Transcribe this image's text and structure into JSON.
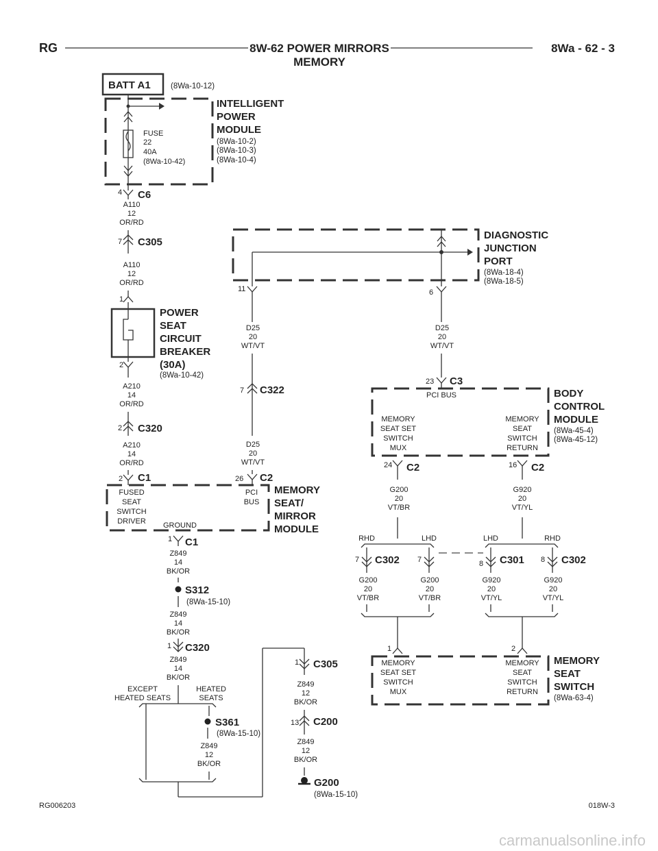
{
  "header": {
    "left": "RG",
    "title_line1": "8W-62 POWER MIRRORS",
    "title_line2": "MEMORY",
    "right": "8Wa - 62 - 3"
  },
  "footer": {
    "left": "RG006203",
    "right": "018W-3"
  },
  "watermark": "carmanualsonline.info",
  "batt": {
    "label": "BATT A1",
    "ref": "(8Wa-10-12)"
  },
  "ipm": {
    "name": [
      "INTELLIGENT",
      "POWER",
      "MODULE"
    ],
    "refs": [
      "(8Wa-10-2)",
      "(8Wa-10-3)",
      "(8Wa-10-4)"
    ],
    "fuse": [
      "FUSE",
      "22",
      "40A",
      "(8Wa-10-42)"
    ]
  },
  "c6": {
    "pin": "4",
    "label": "C6"
  },
  "wire_a110_1": [
    "A110",
    "12",
    "OR/RD"
  ],
  "c305_top": {
    "pin": "7",
    "label": "C305"
  },
  "wire_a110_2": [
    "A110",
    "12",
    "OR/RD"
  ],
  "breaker": {
    "pin_top": "1",
    "pin_bottom": "2",
    "name": [
      "POWER",
      "SEAT",
      "CIRCUIT",
      "BREAKER",
      "(30A)"
    ],
    "ref": "(8Wa-10-42)"
  },
  "wire_a210_1": [
    "A210",
    "14",
    "OR/RD"
  ],
  "c320_top": {
    "pin": "2",
    "label": "C320"
  },
  "wire_a210_2": [
    "A210",
    "14",
    "OR/RD"
  ],
  "mod_c1": {
    "pin": "2",
    "label": "C1"
  },
  "mod_c2": {
    "pin": "26",
    "label": "C2"
  },
  "msm": {
    "name": [
      "MEMORY",
      "SEAT/",
      "MIRROR",
      "MODULE"
    ],
    "fused": [
      "FUSED",
      "SEAT",
      "SWITCH",
      "DRIVER"
    ],
    "pci": [
      "PCI",
      "BUS"
    ],
    "ground": "GROUND"
  },
  "gnd_c1": {
    "pin": "1",
    "label": "C1"
  },
  "wire_z849_1": [
    "Z849",
    "14",
    "BK/OR"
  ],
  "s312": {
    "label": "S312",
    "ref": "(8Wa-15-10)"
  },
  "wire_z849_2": [
    "Z849",
    "14",
    "BK/OR"
  ],
  "c320_bot": {
    "pin": "1",
    "label": "C320"
  },
  "wire_z849_3": [
    "Z849",
    "14",
    "BK/OR"
  ],
  "except_heated": [
    "EXCEPT",
    "HEATED SEATS"
  ],
  "heated": [
    "HEATED",
    "SEATS"
  ],
  "s361": {
    "label": "S361",
    "ref": "(8Wa-15-10)"
  },
  "wire_z849_4": [
    "Z849",
    "12",
    "BK/OR"
  ],
  "c305_bot": {
    "pin": "1",
    "label": "C305"
  },
  "wire_z849_5": [
    "Z849",
    "12",
    "BK/OR"
  ],
  "c200": {
    "pin": "13",
    "label": "C200"
  },
  "wire_z849_6": [
    "Z849",
    "12",
    "BK/OR"
  ],
  "g200": {
    "label": "G200",
    "ref": "(8Wa-15-10)"
  },
  "djp": {
    "name": [
      "DIAGNOSTIC",
      "JUNCTION",
      "PORT"
    ],
    "refs": [
      "(8Wa-18-4)",
      "(8Wa-18-5)"
    ],
    "pin_left": "11",
    "pin_right": "6"
  },
  "wire_d25_left1": [
    "D25",
    "20",
    "WT/VT"
  ],
  "c322": {
    "pin": "7",
    "label": "C322"
  },
  "wire_d25_left2": [
    "D25",
    "20",
    "WT/VT"
  ],
  "wire_d25_right": [
    "D25",
    "20",
    "WT/VT"
  ],
  "bcm": {
    "c3_pin": "23",
    "c3_label": "C3",
    "pci_bus": "PCI BUS",
    "name": [
      "BODY",
      "CONTROL",
      "MODULE"
    ],
    "refs": [
      "(8Wa-45-4)",
      "(8Wa-45-12)"
    ],
    "left_func": [
      "MEMORY",
      "SEAT SET",
      "SWITCH",
      "MUX"
    ],
    "right_func": [
      "MEMORY",
      "SEAT",
      "SWITCH",
      "RETURN"
    ],
    "c2_left_pin": "24",
    "c2_left_label": "C2",
    "c2_right_pin": "16",
    "c2_right_label": "C2"
  },
  "wire_g200_top": [
    "G200",
    "20",
    "VT/BR"
  ],
  "wire_g920_top": [
    "G920",
    "20",
    "VT/YL"
  ],
  "split_left": {
    "a": "RHD",
    "b": "LHD"
  },
  "split_right": {
    "a": "LHD",
    "b": "RHD"
  },
  "c302_left": {
    "pin": "7",
    "label": "C302"
  },
  "c_lhd_left": {
    "pin": "7"
  },
  "c301": {
    "pin": "8",
    "label": "C301"
  },
  "c302_right": {
    "pin": "8",
    "label": "C302"
  },
  "wire_g200_a": [
    "G200",
    "20",
    "VT/BR"
  ],
  "wire_g200_b": [
    "G200",
    "20",
    "VT/BR"
  ],
  "wire_g920_a": [
    "G920",
    "20",
    "VT/YL"
  ],
  "wire_g920_b": [
    "G920",
    "20",
    "VT/YL"
  ],
  "mss": {
    "pin_left": "1",
    "pin_right": "2",
    "name": [
      "MEMORY",
      "SEAT",
      "SWITCH"
    ],
    "ref": "(8Wa-63-4)",
    "left_func": [
      "MEMORY",
      "SEAT SET",
      "SWITCH",
      "MUX"
    ],
    "right_func": [
      "MEMORY",
      "SEAT",
      "SWITCH",
      "RETURN"
    ]
  }
}
